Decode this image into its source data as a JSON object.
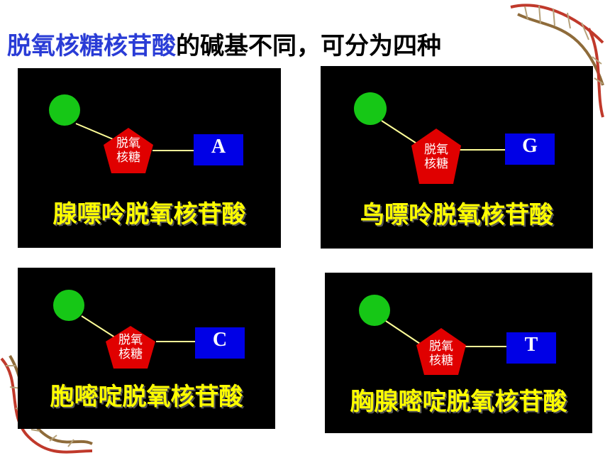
{
  "title": {
    "highlight": "脱氧核糖核苷酸",
    "rest": "的碱基不同，可分为四种"
  },
  "colors": {
    "phosphate": "#16c716",
    "sugar": "#e00000",
    "base": "#0000e6",
    "bond": "#ffff99",
    "name": "#ffff00",
    "highlight": "#2a3cd6"
  },
  "panels": [
    {
      "sugar_label_1": "脱氧",
      "sugar_label_2": "核糖",
      "base": "A",
      "name": "腺嘌呤脱氧核苷酸"
    },
    {
      "sugar_label_1": "脱氧",
      "sugar_label_2": "核糖",
      "base": "G",
      "name": "鸟嘌呤脱氧核苷酸"
    },
    {
      "sugar_label_1": "脱氧",
      "sugar_label_2": "核糖",
      "base": "C",
      "name": "胞嘧啶脱氧核苷酸"
    },
    {
      "sugar_label_1": "脱氧",
      "sugar_label_2": "核糖",
      "base": "T",
      "name": "胸腺嘧啶脱氧核苷酸"
    }
  ]
}
